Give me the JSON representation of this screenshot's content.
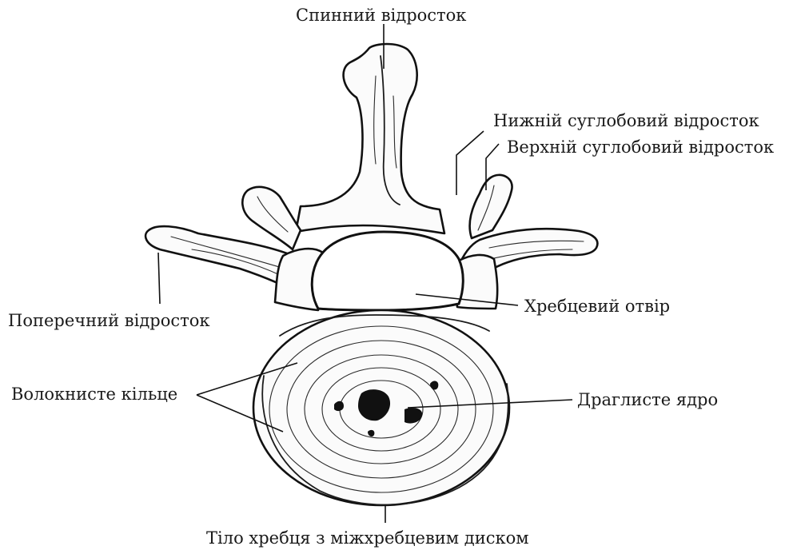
{
  "labels": {
    "spinous_process": "Спинний відросток",
    "inferior_articular_process": "Нижній суглобовий відросток",
    "superior_articular_process": "Верхній суглобовий відросток",
    "transverse_process": "Поперечний відросток",
    "vertebral_foramen": "Хребцевий отвір",
    "annulus_fibrosus": "Волокнисте кільце",
    "nucleus_pulposus": "Драглисте ядро",
    "vertebral_body_with_disc": "Тіло хребця з міжхребцевим диском"
  }
}
